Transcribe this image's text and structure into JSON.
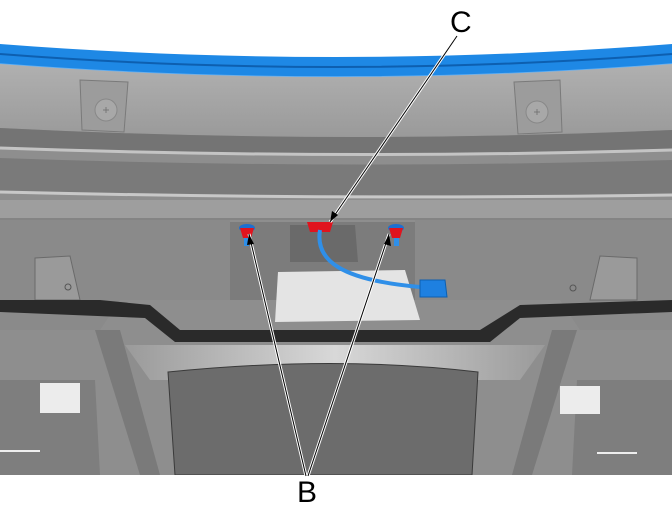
{
  "diagram": {
    "subject": "Vehicle hood underside / bumper area with harness clip and fasteners",
    "callouts": [
      {
        "id": "C",
        "label": "C",
        "target": "harness clip (red) at center of recessed panel"
      },
      {
        "id": "B",
        "label": "B",
        "target": "two red push-pin fasteners on recessed panel"
      }
    ],
    "colors": {
      "weatherstrip": "#1e88e5",
      "panel_light": "#a6a6a6",
      "panel_mid": "#8c8c8c",
      "panel_dark": "#6e6e6e",
      "fastener": "#e0141e",
      "harness": "#2f8fe8",
      "leader_line": "#000000"
    }
  }
}
